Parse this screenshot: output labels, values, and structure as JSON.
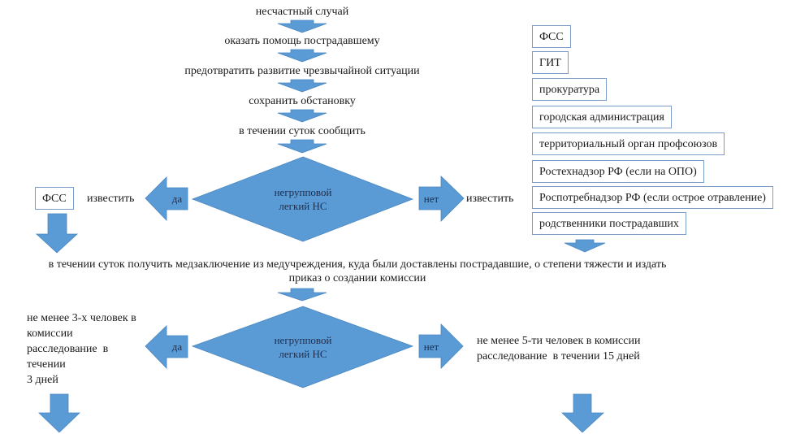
{
  "colors": {
    "shape_fill": "#5b9bd5",
    "shape_stroke": "#4a86c0",
    "box_border": "#7a9cc6",
    "text": "#1a1a1a"
  },
  "top_steps": [
    "несчастный случай",
    "оказать помощь пострадавшему",
    "предотвратить развитие чрезвычайной ситуации",
    "сохранить обстановку",
    "в течении суток сообщить"
  ],
  "decision1": {
    "label_line1": "негрупповой",
    "label_line2": "легкий НС",
    "yes": "да",
    "no": "нет",
    "yes_action": "известить",
    "no_action": "известить",
    "yes_targets": [
      "ФСС"
    ],
    "no_targets": [
      "ФСС",
      "ГИТ",
      "прокуратура",
      "городская администрация",
      "территориальный орган профсоюзов",
      "Ростехнадзор РФ (если на ОПО)",
      "Роспотребнадзор РФ (если острое отравление)",
      "родственники пострадавших"
    ]
  },
  "middle_step": {
    "line1": "в течении суток получить медзаключение из медучреждения, куда были доставлены пострадавшие, о степени тяжести и издать",
    "line2": "приказ о создании комиссии"
  },
  "decision2": {
    "label_line1": "негрупповой",
    "label_line2": "легкий НС",
    "yes": "да",
    "no": "нет",
    "yes_result": [
      "не менее 3-х человек в",
      "комиссии",
      "расследование  в",
      "течении",
      "3 дней"
    ],
    "no_result": [
      "не менее 5-ти человек в комиссии",
      "расследование  в течении 15 дней"
    ]
  }
}
